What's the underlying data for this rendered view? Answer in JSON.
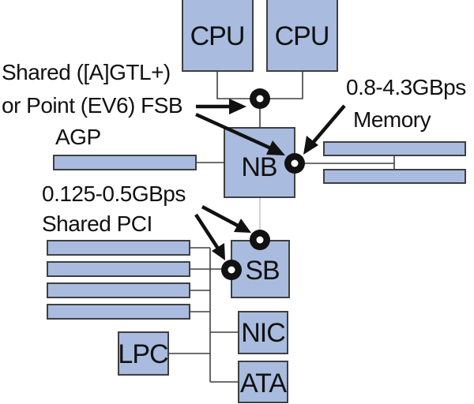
{
  "diagram": {
    "title": "PC chipset architecture: FSB, North Bridge, South Bridge",
    "components": {
      "cpu1": "CPU",
      "cpu2": "CPU",
      "nb": "NB",
      "sb": "SB",
      "nic": "NIC",
      "ata": "ATA",
      "lpc": "LPC"
    },
    "annotations": {
      "fsb_line1": "Shared ([A]GTL+)",
      "fsb_line2": "or Point (EV6) FSB",
      "agp": "AGP",
      "memory_bw": "0.8-4.3GBps",
      "memory": "Memory",
      "pci_bw": "0.125-0.5GBps",
      "pci": "Shared PCI"
    },
    "slots": {
      "agp_count": 1,
      "memory_count": 2,
      "pci_count": 4
    },
    "colors": {
      "box_fill": "#a9bcdf",
      "box_stroke": "#3f3f3f",
      "arrow": "#111111"
    }
  }
}
